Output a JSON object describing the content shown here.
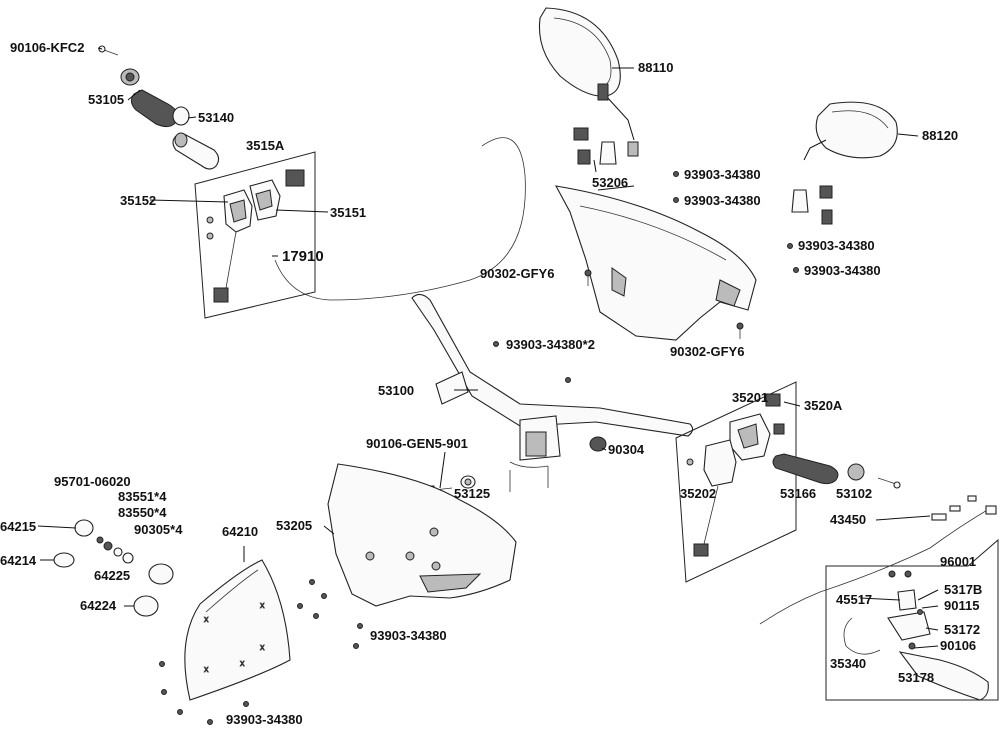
{
  "labels": {
    "l90106_kfc2": "90106-KFC2",
    "l53105": "53105",
    "l53140": "53140",
    "l3515a": "3515A",
    "l35152": "35152",
    "l35151": "35151",
    "l17910": "17910",
    "l88110": "88110",
    "l88120": "88120",
    "l53206": "53206",
    "l93903_a": "93903-34380",
    "l93903_b": "93903-34380",
    "l93903_c": "93903-34380",
    "l93903_d": "93903-34380",
    "l90302_gfy6_a": "90302-GFY6",
    "l90302_gfy6_b": "90302-GFY6",
    "l93903_x2": "93903-34380*2",
    "l53100": "53100",
    "l90106_gen5": "90106-GEN5-901",
    "l90304": "90304",
    "l53125": "53125",
    "l35201": "35201",
    "l3520a": "3520A",
    "l35202": "35202",
    "l53166": "53166",
    "l53102": "53102",
    "l43450": "43450",
    "l96001": "96001",
    "l5317b": "5317B",
    "l45517": "45517",
    "l90115": "90115",
    "l53172": "53172",
    "l35340": "35340",
    "l90106": "90106",
    "l53178": "53178",
    "l95701": "95701-06020",
    "l83551": "83551*4",
    "l83550": "83550*4",
    "l90305": "90305*4",
    "l64215": "64215",
    "l64214": "64214",
    "l64225": "64225",
    "l64224": "64224",
    "l64210": "64210",
    "l53205": "53205",
    "l93903_e": "93903-34380",
    "l93903_f": "93903-34380"
  }
}
